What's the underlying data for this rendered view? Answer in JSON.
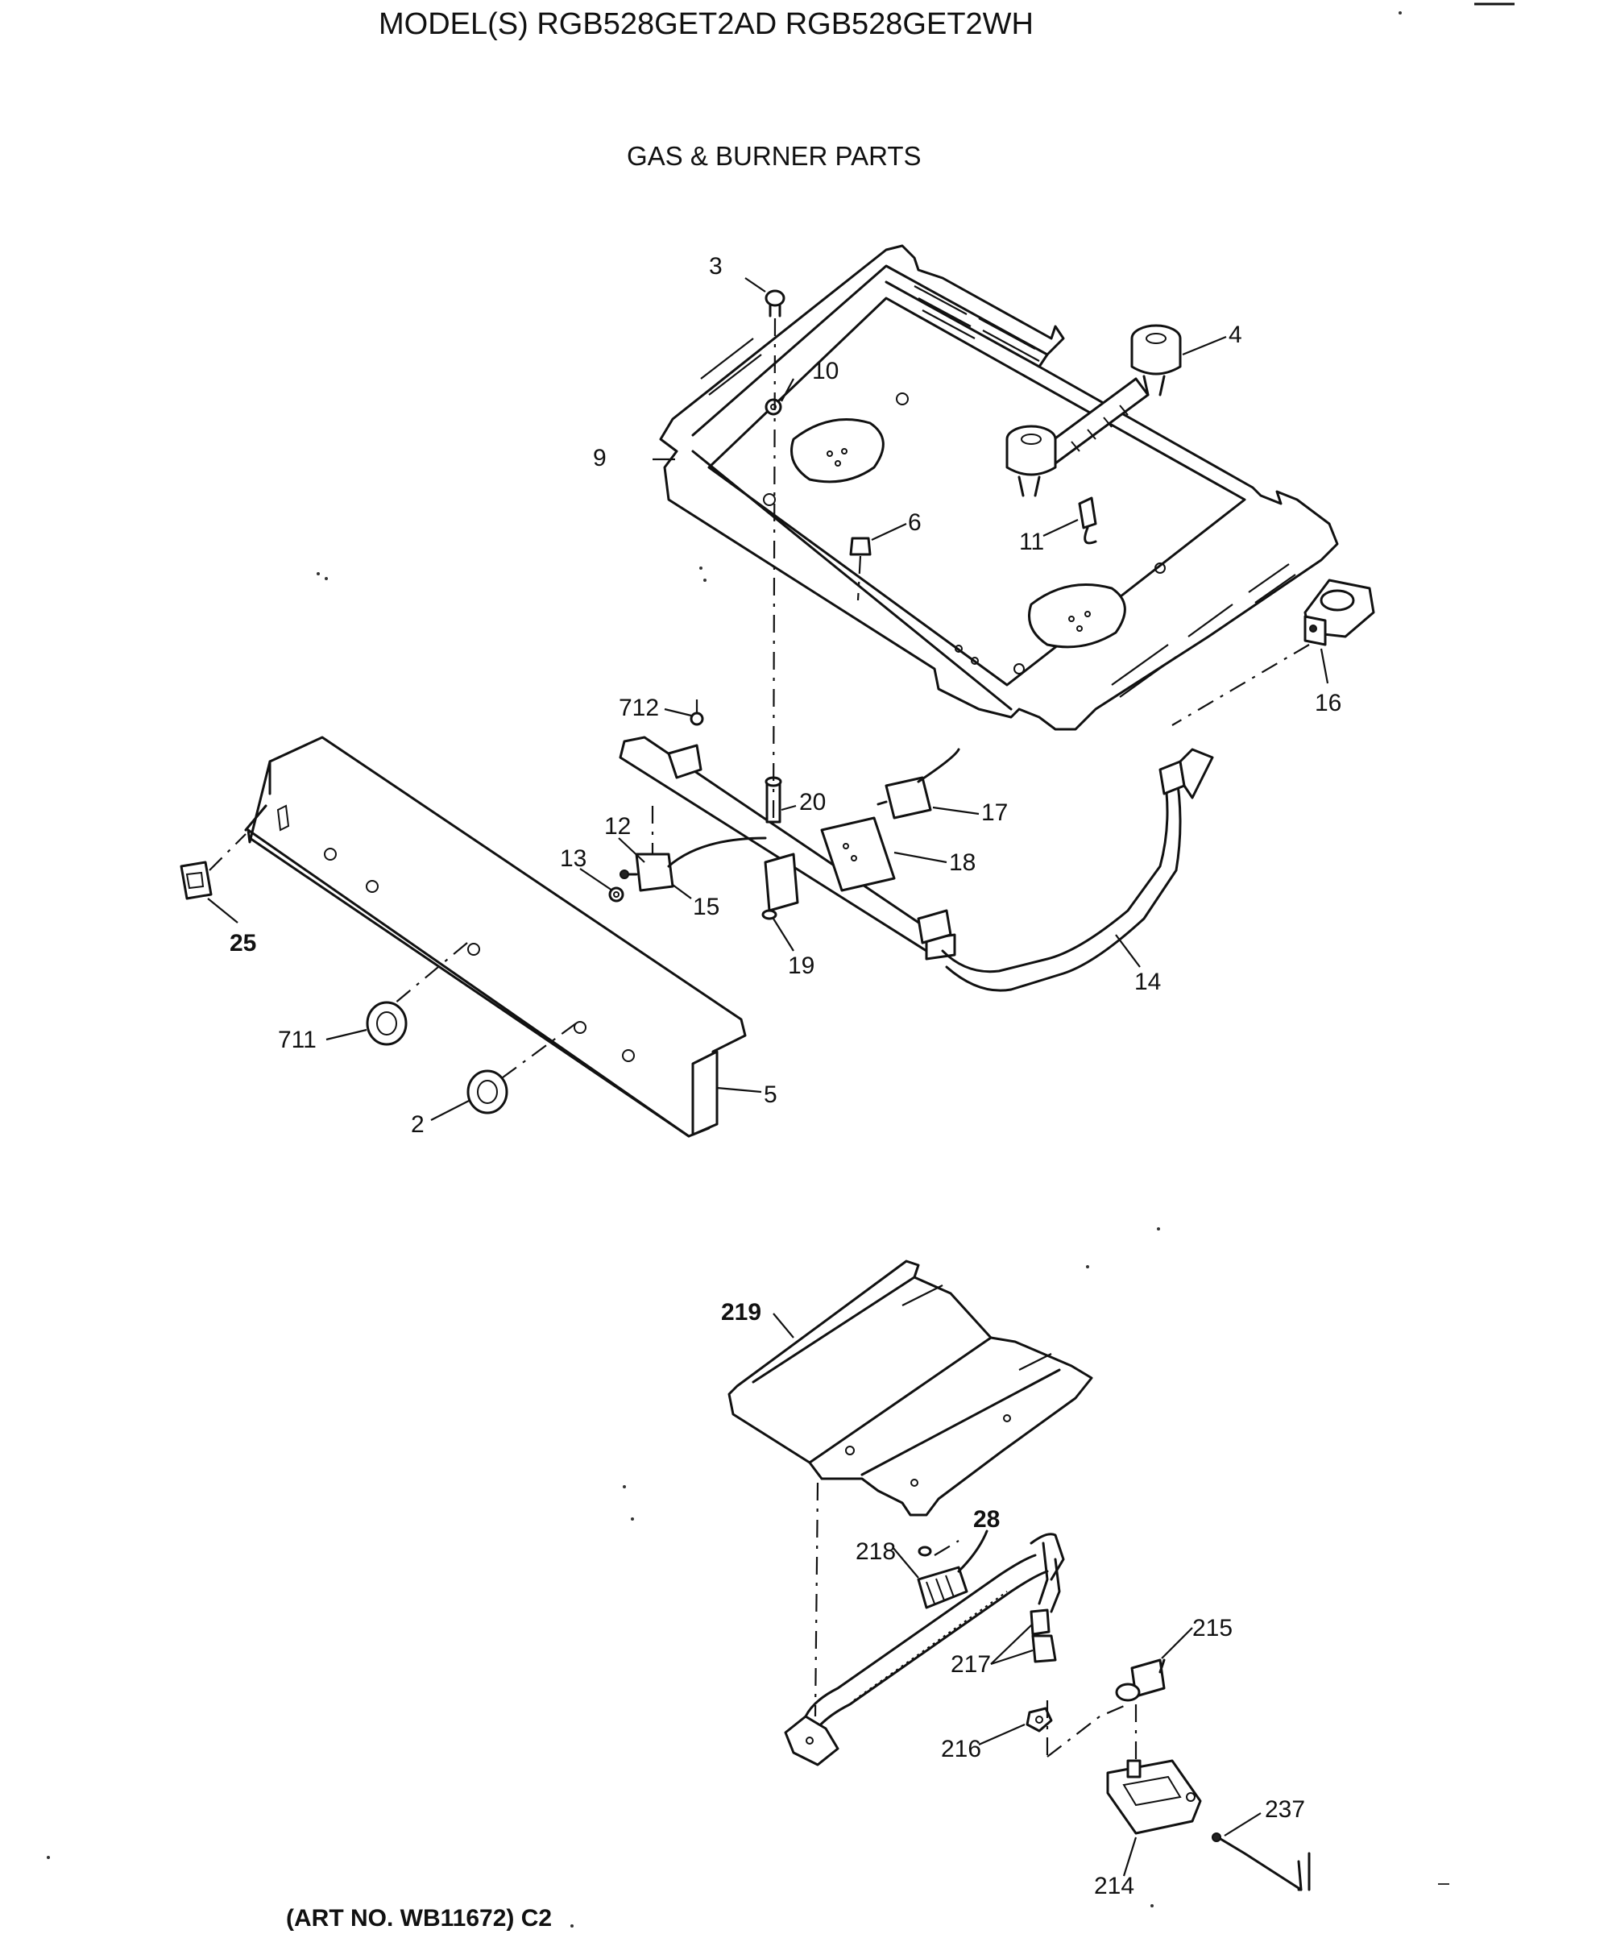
{
  "header": {
    "model_line": "MODEL(S) RGB528GET2AD  RGB528GET2WH",
    "section_title": "GAS & BURNER PARTS"
  },
  "footer": {
    "art_no": "(ART NO. WB11672) C2"
  },
  "callouts": {
    "p2": "2",
    "p3": "3",
    "p4": "4",
    "p5": "5",
    "p6": "6",
    "p9": "9",
    "p10": "10",
    "p11": "11",
    "p12": "12",
    "p13": "13",
    "p14": "14",
    "p15": "15",
    "p16": "16",
    "p17": "17",
    "p18": "18",
    "p19": "19",
    "p20": "20",
    "p25": "25",
    "p28": "28",
    "p214": "214",
    "p215": "215",
    "p216": "216",
    "p217": "217",
    "p218": "218",
    "p219": "219",
    "p237": "237",
    "p711": "711",
    "p712": "712"
  }
}
